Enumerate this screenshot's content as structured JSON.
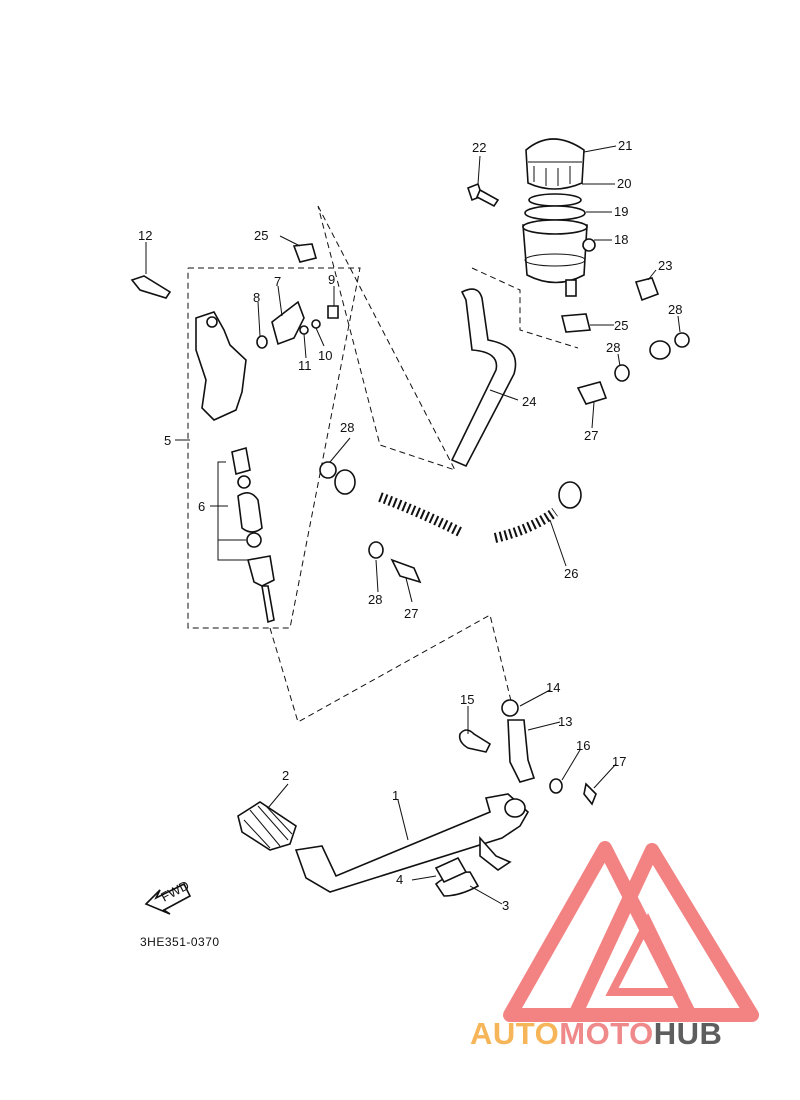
{
  "diagram": {
    "callouts": [
      "1",
      "2",
      "3",
      "4",
      "5",
      "6",
      "7",
      "8",
      "9",
      "10",
      "11",
      "12",
      "13",
      "14",
      "15",
      "16",
      "17",
      "18",
      "19",
      "20",
      "21",
      "22",
      "23",
      "24",
      "25",
      "25",
      "26",
      "27",
      "27",
      "28",
      "28",
      "28",
      "28"
    ],
    "drawing_code": "3HE351-0370",
    "fwd_label": "FWD"
  },
  "logo": {
    "part_a": "AUTO",
    "part_b": "MOTO",
    "part_c": "HUB",
    "colors": {
      "auto": "#f7b55a",
      "moto": "#f08a8a",
      "hub": "#5e5e5e",
      "triangle": "#f26d6d"
    }
  }
}
